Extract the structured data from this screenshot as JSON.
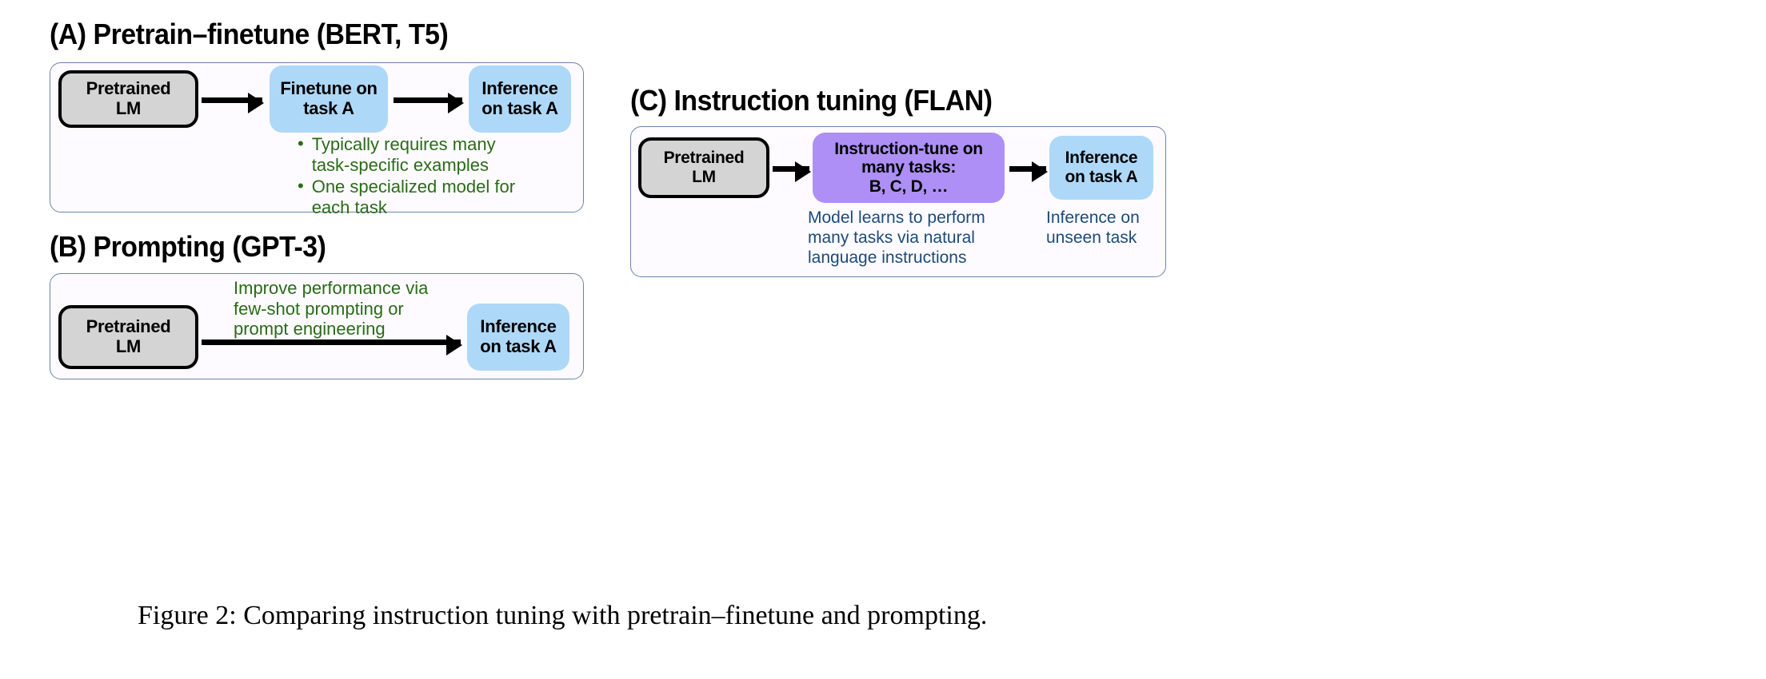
{
  "figure": {
    "caption": "Figure 2: Comparing instruction tuning with pretrain–finetune and prompting."
  },
  "colors": {
    "panel_background": "#fdfbff",
    "panel_border": "#6b86ad",
    "gray_node": "#d4d4d4",
    "blue_node": "#aed8f8",
    "purple_node": "#ad8ff5",
    "green_text": "#2a6b18",
    "navy_text": "#1d4a7a",
    "arrow": "#000000"
  },
  "panels": {
    "a": {
      "title": "(A) Pretrain–finetune (BERT, T5)",
      "nodes": {
        "pretrained": "Pretrained\nLM",
        "pretrained_line1": "Pretrained",
        "pretrained_line2": "LM",
        "finetune_line1": "Finetune on",
        "finetune_line2": "task A",
        "inference_line1": "Inference",
        "inference_line2": "on task A"
      },
      "bullets": [
        "Typically requires many task-specific examples",
        "One specialized model for each task"
      ],
      "bullet_glyph": "•"
    },
    "b": {
      "title": "(B) Prompting (GPT-3)",
      "nodes": {
        "pretrained_line1": "Pretrained",
        "pretrained_line2": "LM",
        "inference_line1": "Inference",
        "inference_line2": "on task A"
      },
      "note": "Improve performance via few-shot prompting or prompt engineering"
    },
    "c": {
      "title": "(C) Instruction tuning (FLAN)",
      "nodes": {
        "pretrained_line1": "Pretrained",
        "pretrained_line2": "LM",
        "instruction_line1": "Instruction-tune on",
        "instruction_line2": "many tasks:",
        "instruction_line3": "B, C, D, …",
        "inference_line1": "Inference",
        "inference_line2": "on task A"
      },
      "note_model": "Model learns to perform many tasks via natural language instructions",
      "note_inference": "Inference on unseen task"
    }
  }
}
